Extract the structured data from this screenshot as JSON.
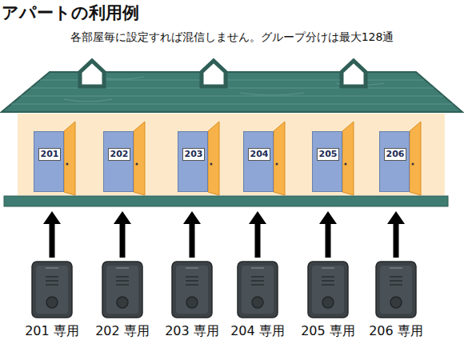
{
  "diagram": {
    "title": "アパートの利用例",
    "nodes": [
      {
        "text": [
          "201"
        ]
      },
      {
        "text": [
          "202"
        ]
      },
      {
        "text": [
          "203"
        ]
      },
      {
        "text": [
          "204"
        ]
      },
      {
        "text": [
          "205"
        ]
      },
      {
        "text": [
          "206"
        ]
      },
      {
        "text": [
          "201 専用"
        ]
      },
      {
        "text": [
          "202 専用"
        ]
      },
      {
        "text": [
          "203 専用"
        ]
      },
      {
        "text": [
          "204 専用"
        ]
      },
      {
        "text": [
          "205 専用"
        ]
      },
      {
        "text": [
          "206 専用"
        ]
      }
    ],
    "edges": [
      {
        "from": 6,
        "to": 0,
        "arrow": "to"
      },
      {
        "from": 7,
        "to": 1,
        "arrow": "to"
      },
      {
        "from": 8,
        "to": 2,
        "arrow": "to"
      },
      {
        "from": 9,
        "to": 3,
        "arrow": "to"
      },
      {
        "from": 10,
        "to": 4,
        "arrow": "to"
      },
      {
        "from": 11,
        "to": 5,
        "arrow": "to"
      }
    ],
    "labels": [
      "各部屋毎に設定すれば混信しません。グループ分けは最大128通"
    ]
  }
}
